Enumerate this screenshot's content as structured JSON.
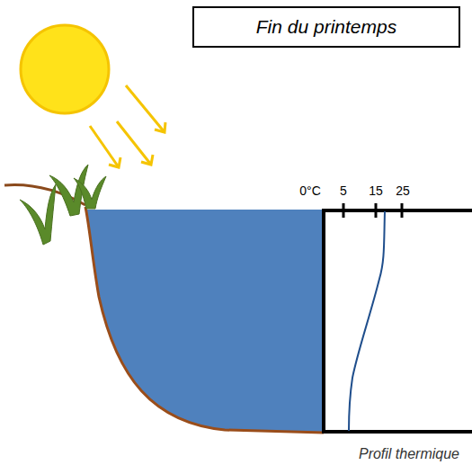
{
  "diagram": {
    "nodes": [
      {
        "text": [
          "Fin du printemps"
        ]
      }
    ],
    "labels": [
      "0°C",
      "5",
      "15",
      "25",
      "Profil thermique"
    ]
  }
}
